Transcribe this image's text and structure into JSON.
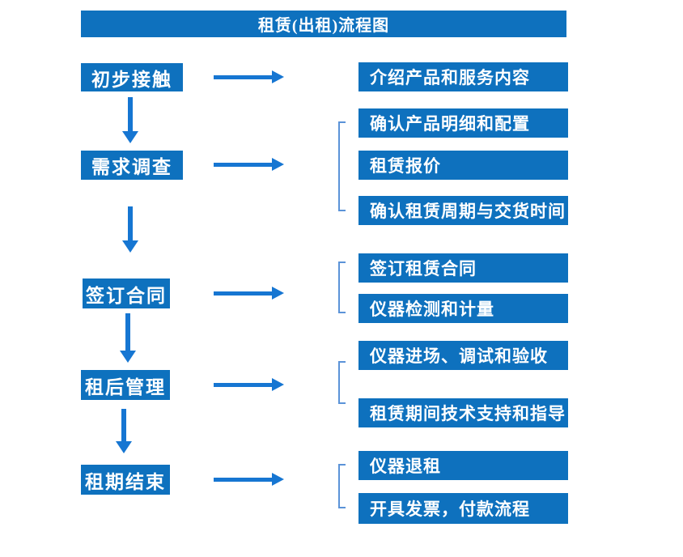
{
  "title": "租赁(出租)流程图",
  "palette": {
    "box_blue": "#0E71BE",
    "arrow_blue": "#1676D2",
    "bracket_blue": "#5B93D8",
    "text_white": "#FFFFFF",
    "background": "#FFFFFF"
  },
  "stages": [
    {
      "label": "初步接触",
      "outputs": [
        "介绍产品和服务内容"
      ]
    },
    {
      "label": "需求调查",
      "outputs": [
        "确认产品明细和配置",
        "租赁报价",
        "确认租赁周期与交货时间"
      ]
    },
    {
      "label": "签订合同",
      "outputs": [
        "签订租赁合同",
        "仪器检测和计量"
      ]
    },
    {
      "label": "租后管理",
      "outputs": [
        "仪器进场、调试和验收",
        "租赁期间技术支持和指导"
      ]
    },
    {
      "label": "租期结束",
      "outputs": [
        "仪器退租",
        "开具发票，付款流程"
      ]
    }
  ]
}
